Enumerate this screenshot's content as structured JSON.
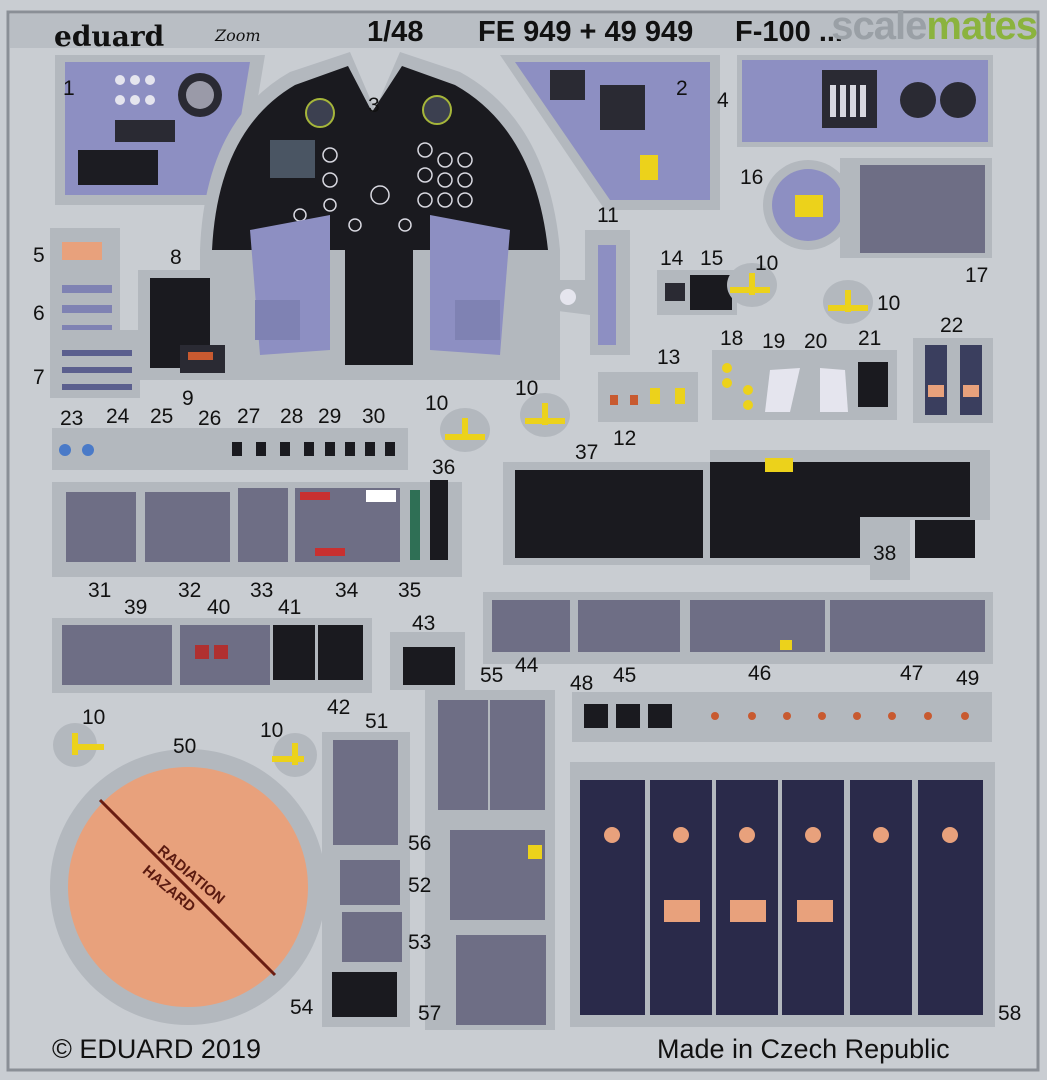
{
  "header": {
    "brand": "eduard",
    "zoom_mark": "Zoom",
    "scale": "1/48",
    "codes": "FE 949 + 49 949",
    "title_partial": "F-100 ...",
    "watermark_a": "scale",
    "watermark_b": "mates"
  },
  "part_labels": [
    "1",
    "2",
    "3",
    "4",
    "5",
    "6",
    "7",
    "8",
    "9",
    "10",
    "10",
    "10",
    "10",
    "10",
    "10",
    "11",
    "12",
    "13",
    "14",
    "15",
    "16",
    "17",
    "18",
    "19",
    "20",
    "21",
    "22",
    "23",
    "24",
    "25",
    "26",
    "27",
    "28",
    "29",
    "30",
    "31",
    "32",
    "33",
    "34",
    "35",
    "36",
    "37",
    "38",
    "39",
    "40",
    "41",
    "42",
    "43",
    "44",
    "45",
    "46",
    "47",
    "48",
    "49",
    "50",
    "51",
    "52",
    "53",
    "54",
    "55",
    "56",
    "57",
    "58"
  ],
  "warning": {
    "line1": "RADIATION",
    "line2": "HAZARD"
  },
  "footer": {
    "copyright": "© EDUARD 2019",
    "origin": "Made in Czech Republic"
  },
  "colors": {
    "fret": "#c9cdd2",
    "panel_lavender": "#8d8fc2",
    "panel_dark": "#1c1c22",
    "panel_gray": "#6e6e85",
    "hazard_orange": "#e8a17c",
    "knob_yellow": "#ecd21b"
  }
}
